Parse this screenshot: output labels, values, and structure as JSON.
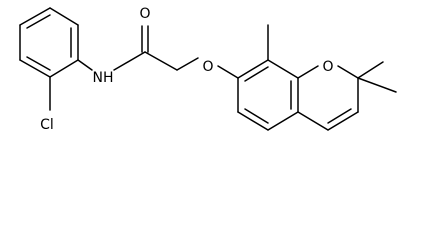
{
  "molecule": {
    "atom_labels": {
      "carbonyl_oxygen": "O",
      "amide_nitrogen": "NH",
      "ether_oxygen": "O",
      "ring_oxygen": "O",
      "chlorine": "Cl"
    }
  }
}
